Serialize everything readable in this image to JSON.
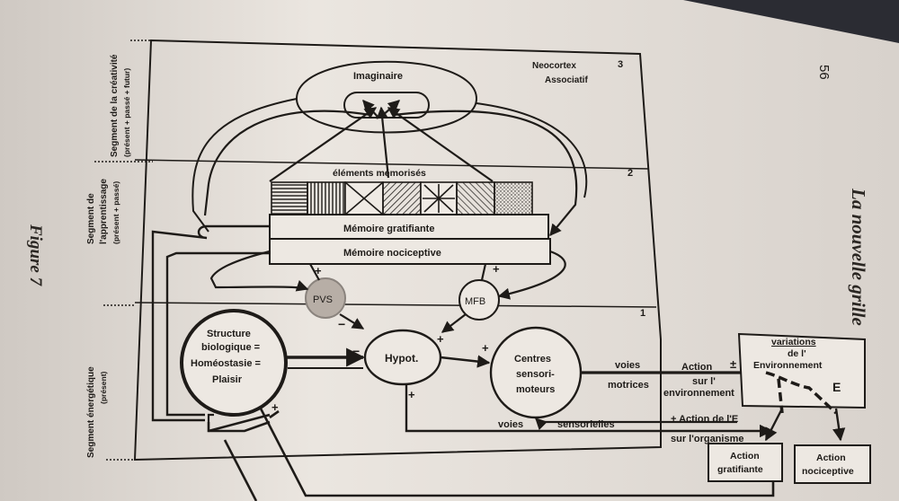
{
  "page": {
    "number": "56",
    "running_head": "La nouvelle grille",
    "figure_label": "Figure 7"
  },
  "segments": {
    "creativity": {
      "title": "Segment de la créativité",
      "sub": "(présent + passé + futur)",
      "number": "3"
    },
    "learning": {
      "title_1": "Segment de",
      "title_2": "l'apprentissage",
      "sub": "(présent + passé)",
      "number": "2"
    },
    "energy": {
      "title": "Segment énergétique",
      "sub": "(présent)",
      "number": "1"
    }
  },
  "neocortex": {
    "line1": "Neocortex",
    "line2": "Associatif"
  },
  "imaginaire": "Imaginaire",
  "elements_memorises": "éléments mémorisés",
  "memory": {
    "gratifiante": "Mémoire gratifiante",
    "nociceptive": "Mémoire nociceptive"
  },
  "nodes": {
    "pvs": "PVS",
    "mfb": "MFB",
    "hypot": "Hypot.",
    "structure": [
      "Structure",
      "biologique =",
      "Homéostasie =",
      "Plaisir"
    ],
    "centres": [
      "Centres",
      "sensori-",
      "moteurs"
    ]
  },
  "labels": {
    "voies_motrices": [
      "voies",
      "motrices"
    ],
    "voies_sensorielles": [
      "voies",
      "sensorielles"
    ],
    "action_env": [
      "Action",
      "sur l'",
      "environnement"
    ],
    "action_E": "+ Action de l'E",
    "sur_organisme": "sur l'organisme"
  },
  "environment": {
    "line1": "variations",
    "line2": "de l'",
    "line3": "Environnement",
    "letter": "E"
  },
  "outcomes": {
    "gratifiante": [
      "Action",
      "gratifiante"
    ],
    "nociceptive": [
      "Action",
      "nociceptive"
    ]
  },
  "signs": {
    "plus": "+",
    "minus": "−",
    "plusminus": "±"
  },
  "colors": {
    "paper": "#e9e4de",
    "ink": "#1e1b18",
    "pvs_fill": "#b7aea6"
  }
}
